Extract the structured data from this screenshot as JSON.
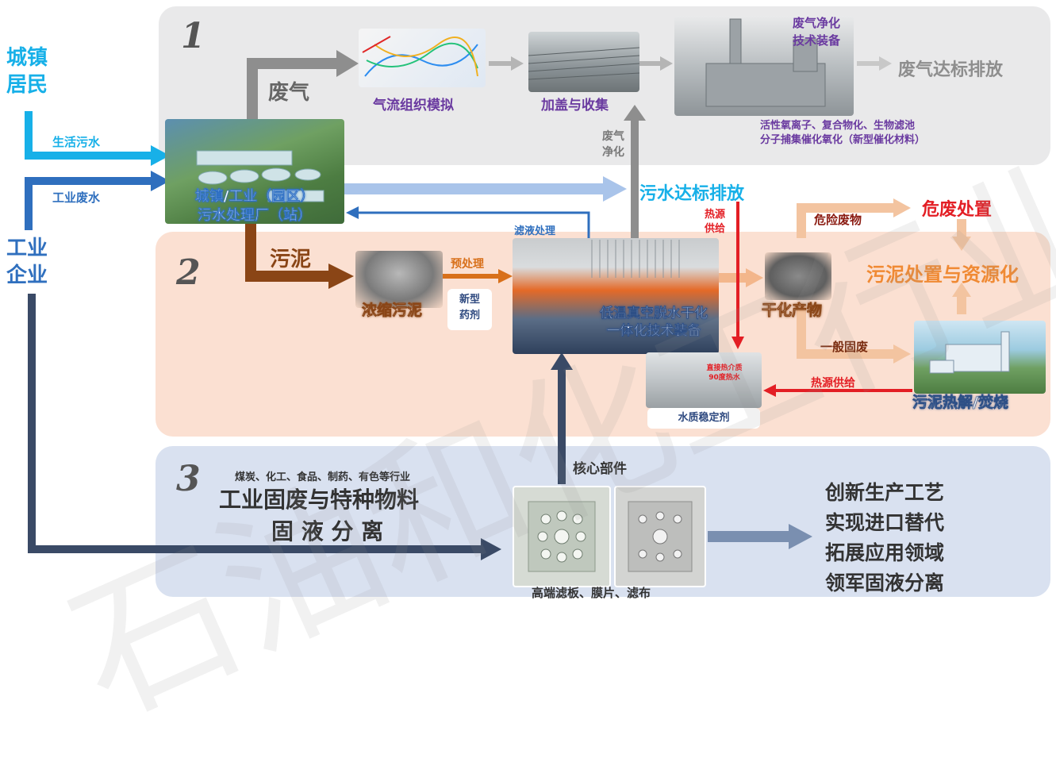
{
  "bands": {
    "n1": "1",
    "n2": "2",
    "n3": "3"
  },
  "left": {
    "residents": "城镇\n居民",
    "sewage_label": "生活污水",
    "ind_water_label": "工业废水",
    "enterprise": "工业\n企业"
  },
  "plant": {
    "label": "城镇/工业（园区）\n污水处理厂（站）"
  },
  "gas": {
    "label": "废气",
    "sim_label": "气流组织模拟",
    "cover_label": "加盖与收集",
    "purify_equipment": "废气净化\n技术装备",
    "discharge": "废气达标排放",
    "tech_note": "活性氧离子、复合物化、生物滤池\n分子捕集催化氧化（新型催化材料）",
    "purify_short": "废气\n净化"
  },
  "water": {
    "discharge": "污水达标排放",
    "filtrate": "滤液处理",
    "heat_supply_v": "热源\n供给"
  },
  "sludge": {
    "label": "污泥",
    "thickened": "浓缩污泥",
    "pretreat": "预处理",
    "reagent": "新型\n药剂",
    "dryer": "低温真空脱水干化\n一体化技术装备",
    "dried": "干化产物",
    "hazardous": "危险废物",
    "hazard_disposal": "危废处置",
    "resource": "污泥处置与资源化",
    "general_solid": "一般固废",
    "pyrolysis": "污泥热解/焚烧",
    "heat_supply_h": "热源供给",
    "tank_text": "直接热介质\n90度热水",
    "stabilizer": "水质稳定剂"
  },
  "industrial": {
    "industries": "煤炭、化工、食品、制药、有色等行业",
    "title": "工业固废与特种物料",
    "subtitle": "固 液 分 离",
    "core": "核心部件",
    "plates": "高端滤板、膜片、滤布",
    "slogans": [
      "创新生产工艺",
      "实现进口替代",
      "拓展应用领域",
      "领军固液分离"
    ]
  },
  "watermark": "石油和化工行业绿色发",
  "colors": {
    "cyan": "#17b0e8",
    "blue": "#2f6fbe",
    "navy": "#3a4a66",
    "brown": "#8a4516",
    "red": "#e31e24",
    "orange": "#f0a25a",
    "purple": "#6a3aa0",
    "gray": "#8e8e8e"
  }
}
